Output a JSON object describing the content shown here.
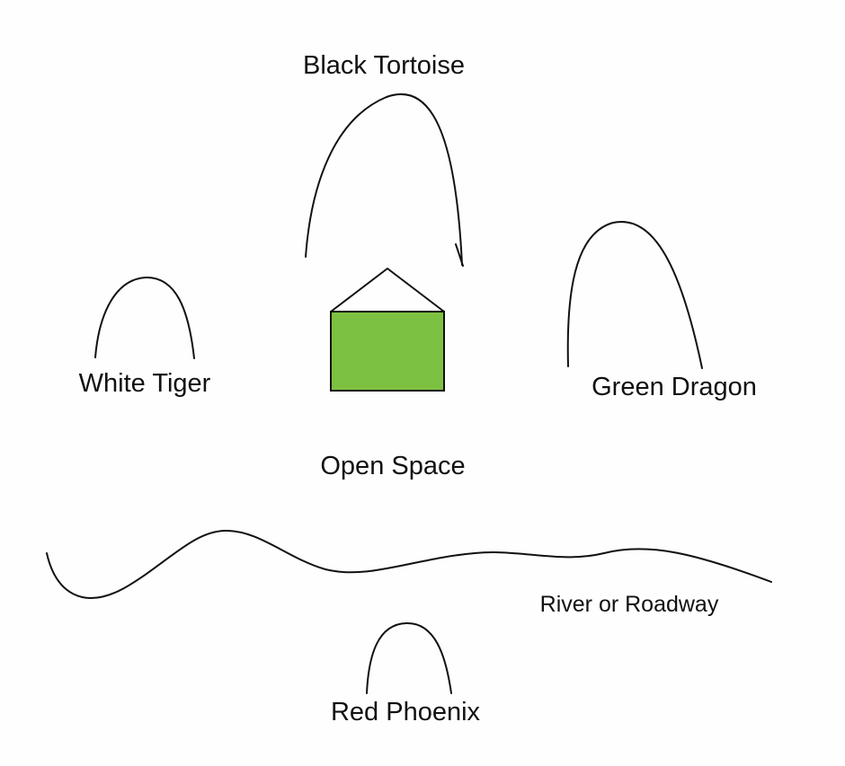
{
  "labels": {
    "black_tortoise": "Black Tortoise",
    "white_tiger": "White Tiger",
    "green_dragon": "Green Dragon",
    "open_space": "Open Space",
    "river_or_roadway": "River or Roadway",
    "red_phoenix": "Red Phoenix"
  },
  "colors": {
    "house_body": "#7dc142",
    "line": "#111111",
    "background": "#fefefe"
  }
}
